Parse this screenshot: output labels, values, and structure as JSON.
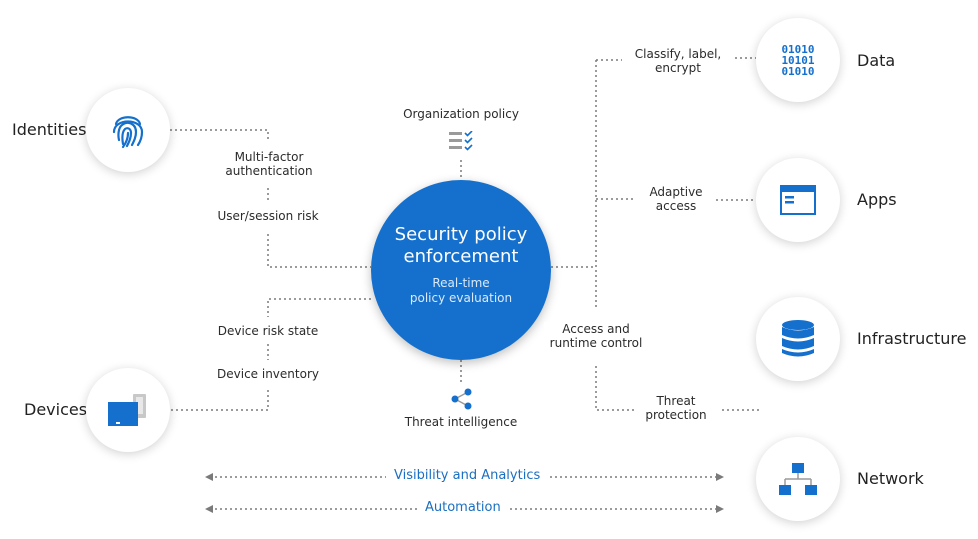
{
  "center": {
    "title_line1": "Security policy",
    "title_line2": "enforcement",
    "subtitle_line1": "Real-time",
    "subtitle_line2": "policy evaluation"
  },
  "top_label": "Organization policy",
  "bottom_label": "Threat intelligence",
  "left_nodes": [
    {
      "label": "Identities",
      "icon": "fingerprint-icon"
    },
    {
      "label": "Devices",
      "icon": "devices-icon"
    }
  ],
  "left_labels": {
    "mfa_line1": "Multi-factor",
    "mfa_line2": "authentication",
    "user_risk": "User/session risk",
    "device_risk": "Device risk state",
    "device_inventory": "Device inventory"
  },
  "right_nodes": [
    {
      "label": "Data",
      "icon": "binary-data-icon"
    },
    {
      "label": "Apps",
      "icon": "app-window-icon"
    },
    {
      "label": "Infrastructure",
      "icon": "database-icon"
    },
    {
      "label": "Network",
      "icon": "network-icon"
    }
  ],
  "right_labels": {
    "classify_line1": "Classify, label,",
    "classify_line2": "encrypt",
    "adaptive_line1": "Adaptive",
    "adaptive_line2": "access",
    "access_line1": "Access and",
    "access_line2": "runtime control",
    "threat_line1": "Threat",
    "threat_line2": "protection"
  },
  "bottom_bars": {
    "visibility": "Visibility and Analytics",
    "automation": "Automation"
  },
  "binary_text": [
    "01010",
    "10101",
    "01010"
  ],
  "colors": {
    "accent": "#1470cc",
    "line": "#7a7a7a",
    "label_blue": "#1a6fc2"
  }
}
